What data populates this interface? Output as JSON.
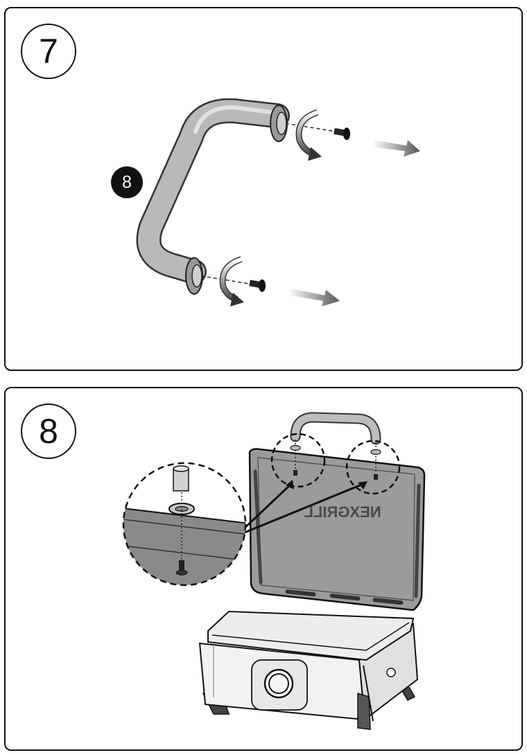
{
  "steps": [
    {
      "number": "7",
      "part_badge": "8"
    },
    {
      "number": "8",
      "lid_logo": "NEXGRILL"
    }
  ],
  "icons": [
    "curved-rotate-arrow-icon",
    "direction-arrow-icon",
    "screw-icon",
    "washer-icon"
  ],
  "colors": {
    "border": "#111111",
    "handle_gray": "#b9b9b9",
    "lid_gray": "#8a8a8a",
    "metal_light": "#e6e6e6"
  }
}
